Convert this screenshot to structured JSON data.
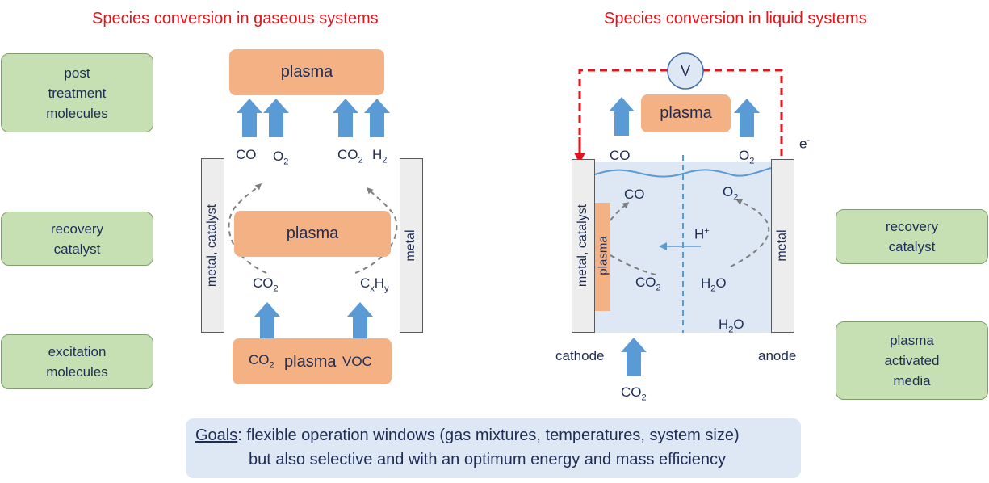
{
  "titles": {
    "gas": "Species conversion in gaseous systems",
    "liquid": "Species conversion in liquid systems"
  },
  "side_boxes": {
    "post": [
      "post",
      "treatment",
      "molecules"
    ],
    "recovery_left": [
      "recovery",
      "catalyst"
    ],
    "excitation": [
      "excitation",
      "molecules"
    ],
    "recovery_right": [
      "recovery",
      "catalyst"
    ],
    "pam": [
      "plasma",
      "activated",
      "media"
    ]
  },
  "gas": {
    "plasma_top": "plasma",
    "plasma_mid": "plasma",
    "plasma_bottom": "plasma",
    "electrode_left": "metal, catalyst",
    "electrode_right": "metal",
    "co": "CO",
    "o2": {
      "base": "O",
      "sub": "2"
    },
    "co2_top": {
      "base": "CO",
      "sub": "2"
    },
    "h2": {
      "base": "H",
      "sub": "2"
    },
    "co2_mid": {
      "base": "CO",
      "sub": "2"
    },
    "cxhy": {
      "c": "C",
      "x": "x",
      "h": "H",
      "y": "y"
    },
    "co2_bottom": {
      "base": "CO",
      "sub": "2"
    },
    "voc": "VOC"
  },
  "liquid": {
    "voltmeter": "V",
    "plasma_top": "plasma",
    "plasma_side": "plasma",
    "electrode_left": "metal, catalyst",
    "electrode_right": "metal",
    "electron": {
      "base": "e",
      "sup": "-"
    },
    "co_top": "CO",
    "o2_top": {
      "base": "O",
      "sub": "2"
    },
    "co_in": "CO",
    "o2_in": {
      "base": "O",
      "sub": "2"
    },
    "hplus": {
      "base": "H",
      "sup": "+"
    },
    "co2_in": {
      "base": "CO",
      "sub": "2"
    },
    "h2o_mid": {
      "base": "H",
      "sub": "2",
      "tail": "O"
    },
    "h2o_bottom": {
      "base": "H",
      "sub": "2",
      "tail": "O"
    },
    "cathode": "cathode",
    "anode": "anode",
    "co2_feed": {
      "base": "CO",
      "sub": "2"
    }
  },
  "goals": {
    "label": "Goals",
    "line1": ": flexible operation windows (gas mixtures, temperatures, system size)",
    "line2": "but also selective and with an optimum energy and mass efficiency"
  },
  "colors": {
    "title_red": "#e3141b",
    "green_box": "#c6e0b4",
    "plasma_peach": "#f4b183",
    "arrow_blue": "#5b9bd5",
    "liquid_blue": "#dde8f4",
    "electrode_gray": "#ededed",
    "circuit_red": "#e3141b"
  }
}
